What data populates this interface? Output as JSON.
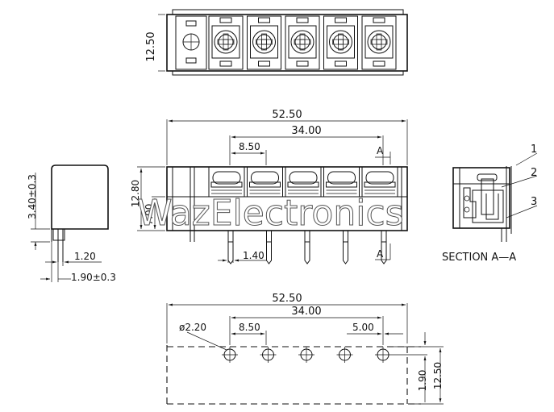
{
  "watermark": "WazElectronics",
  "top_view": {
    "height_dim": "12.50"
  },
  "front_view": {
    "overall_width": "52.50",
    "pin_span": "34.00",
    "pitch": "8.50",
    "height_dim": "12.80",
    "body_dim": "7.00",
    "pin_width": "1.40",
    "section_mark_top": "A",
    "section_mark_bottom": "A"
  },
  "side_view": {
    "height_dim": "3.40±0.3",
    "pin_dim": "1.20",
    "offset_dim": "1.90±0.3"
  },
  "section_view": {
    "caption": "SECTION A—A",
    "callouts": [
      "1",
      "2",
      "3"
    ]
  },
  "footprint": {
    "overall_width": "52.50",
    "pin_span": "34.00",
    "pitch": "8.50",
    "end_pitch": "5.00",
    "hole_dia": "ø2.20",
    "hole_offset": "1.90",
    "depth": "12.50"
  }
}
